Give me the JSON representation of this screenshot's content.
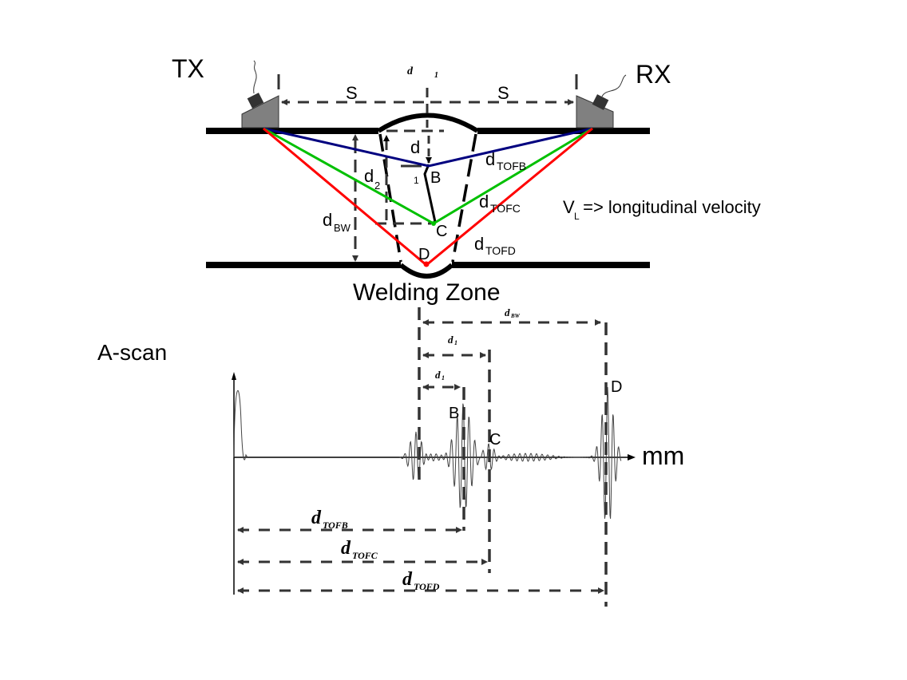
{
  "diagram": {
    "transmitter_label": "TX",
    "receiver_label": "RX",
    "spacing_label_left": "S",
    "spacing_label_right": "S",
    "top_dim_label": "d",
    "top_dim_label_sub": "1",
    "d1_label": "d",
    "d1_sub": "1",
    "d2_label": "d",
    "d2_sub": "2",
    "dbw_label": "d",
    "dbw_sub": "BW",
    "point_b": "B",
    "point_c": "C",
    "point_d": "D",
    "tofb_label": "d",
    "tofb_sub": "TOFB",
    "tofc_label": "d",
    "tofc_sub": "TOFC",
    "tofd_label": "d",
    "tofd_sub": "TOFD",
    "velocity_label": "V",
    "velocity_sub": "L",
    "velocity_desc": " => longitudinal velocity",
    "zone_label": "Welding Zone",
    "colors": {
      "path_b": "#00007f",
      "path_c": "#00c000",
      "path_d": "#ff0000",
      "plate": "#000000",
      "probe": "#808080",
      "dims": "#333333"
    }
  },
  "ascan": {
    "title": "A-scan",
    "x_unit": "mm",
    "dim_bw_label": "d",
    "dim_bw_sub": "BW",
    "dim_d2_label": "d",
    "dim_d2_sub": "1",
    "dim_d1_label": "d",
    "dim_d1_sub": "1",
    "peak_b": "B",
    "peak_c": "C",
    "peak_d": "D",
    "tofb_label": "d",
    "tofb_sub": "TOFB",
    "tofc_label": "d",
    "tofc_sub": "TOFC",
    "tofd_label": "d",
    "tofd_sub": "TOFD"
  }
}
